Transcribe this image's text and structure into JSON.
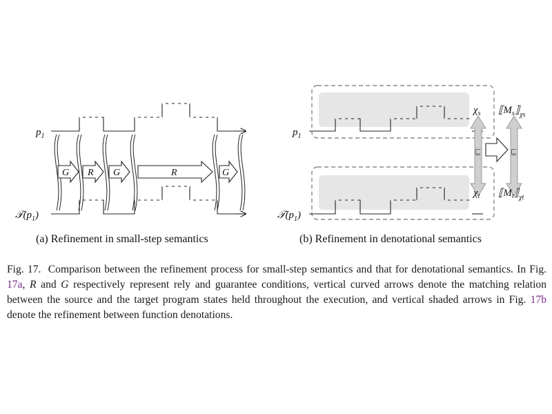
{
  "panel_a": {
    "top_label": "p",
    "top_label_sub": "1",
    "bottom_label": "𝒯(p",
    "bottom_label_sub": "1",
    "bottom_label_close": ")",
    "arrow_labels": [
      "G",
      "R",
      "G",
      "R",
      "G"
    ]
  },
  "panel_b": {
    "top_label": "p",
    "top_label_sub": "1",
    "bottom_label": "𝒯(p",
    "bottom_label_sub": "1",
    "bottom_label_close": ")",
    "chi_s": "χ",
    "chi_s_sub": "s",
    "chi_t": "χ",
    "chi_t_sub": "t",
    "den_s": "⟦M",
    "den_s_sub": "s",
    "den_s_close": "⟧",
    "den_s_index": "χs",
    "den_t": "⟦M",
    "den_t_sub": "t",
    "den_t_close": "⟧",
    "den_t_index": "χt",
    "sqsubseteq": "⊑"
  },
  "subcaptions": {
    "a": "(a) Refinement in small-step semantics",
    "b": "(b) Refinement in denotational semantics"
  },
  "caption": {
    "fig": "Fig. 17.",
    "t1": "Comparison between the refinement process for small-step semantics and that for denotational semantics. In Fig. ",
    "ref_a": "17a",
    "t2": ", ",
    "R": "R",
    "t3": " and ",
    "G": "G",
    "t4": " respectively represent rely and guarantee conditions, vertical curved arrows denote the matching relation between the source and the target program states held throughout the execution, and vertical shaded arrows in Fig. ",
    "ref_b": "17b",
    "t5": " denote the refinement between function denotations."
  }
}
